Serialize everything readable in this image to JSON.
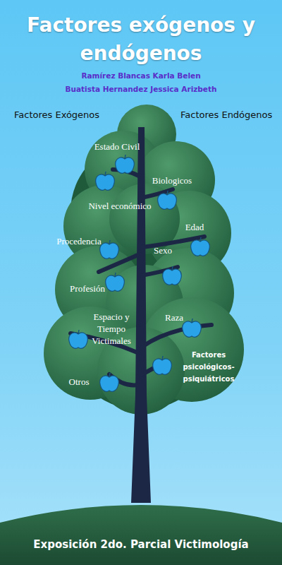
{
  "diagram": {
    "title": "Factores exógenos y endógenos",
    "caption": "Exposición 2do. Parcial Victimología",
    "labels": [
      "Ramírez Blancas Karla Belen",
      "Buatista Hernandez Jessica Arizbeth",
      "Factores Exógenos",
      "Factores Endógenos",
      "Estado Civil",
      "Biologicos",
      "Nivel económico",
      "Procedencia",
      "Edad",
      "Sexo",
      "Profesión",
      "Espacio y Tiempo Victimales",
      "Raza",
      "Factores psicológicos-psiquiátricos",
      "Otros"
    ]
  }
}
